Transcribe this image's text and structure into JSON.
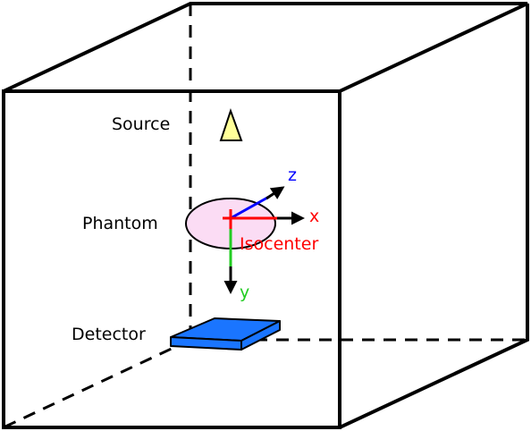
{
  "labels": {
    "source": "Source",
    "phantom": "Phantom",
    "detector": "Detector",
    "isocenter": "Isocenter"
  },
  "axes": {
    "x": "x",
    "y": "y",
    "z": "z"
  },
  "colors": {
    "outline": "#000000",
    "source_fill": "#ffff99",
    "phantom_fill": "#fbdcf4",
    "detector_fill": "#1a75ff",
    "axis_x": "#ff0000",
    "axis_y": "#22cc22",
    "axis_z": "#0000ff",
    "isocenter_text": "#ff0000"
  }
}
